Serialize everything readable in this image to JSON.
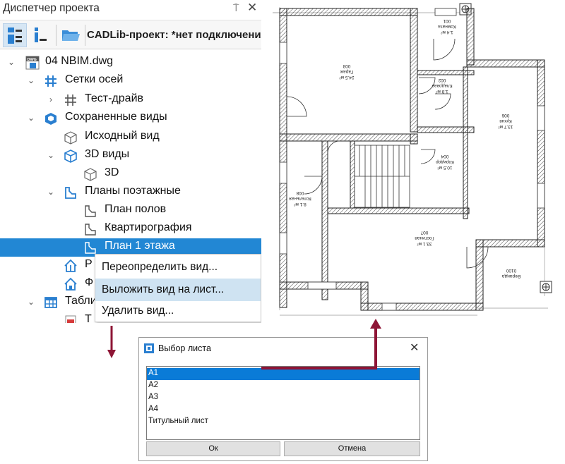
{
  "panel": {
    "title": "Диспетчер проекта",
    "pin_glyph": "⍑",
    "close_glyph": "✕",
    "toolbar": {
      "project_label": "CADLib-проект: *нет подключения*"
    }
  },
  "tree": [
    {
      "label": "04 NBIM.dwg",
      "icon": "dwg-file-icon",
      "expanded": true
    },
    {
      "label": "Сетки осей",
      "icon": "grid-icon",
      "expanded": true
    },
    {
      "label": "Тест-драйв",
      "icon": "grid-icon",
      "expanded": false
    },
    {
      "label": "Сохраненные виды",
      "icon": "cube-views-icon",
      "expanded": true
    },
    {
      "label": "Исходный вид",
      "icon": "cube-outline-icon"
    },
    {
      "label": "3D виды",
      "icon": "cube-blue-icon",
      "expanded": true
    },
    {
      "label": "3D",
      "icon": "cube-outline-icon"
    },
    {
      "label": "Планы поэтажные",
      "icon": "floor-plan-blue-icon",
      "expanded": true
    },
    {
      "label": "План полов",
      "icon": "floor-plan-outline-icon"
    },
    {
      "label": "Квартирография",
      "icon": "floor-plan-outline-icon"
    },
    {
      "label": "План 1 этажа",
      "icon": "floor-plan-outline-icon",
      "selected": true
    },
    {
      "label": "Р",
      "icon": "house-section-icon"
    },
    {
      "label": "Ф",
      "icon": "house-facade-icon"
    },
    {
      "label": "Табли",
      "icon": "table-icon",
      "expanded": true
    },
    {
      "label": "Т",
      "icon": "table-pdf-icon"
    }
  ],
  "context_menu": [
    {
      "label": "Переопределить вид..."
    },
    {
      "label": "Выложить вид на лист...",
      "hover": true
    },
    {
      "label": "Удалить вид..."
    }
  ],
  "dialog": {
    "title": "Выбор листа",
    "close_glyph": "✕",
    "items": [
      {
        "label": "А1",
        "selected": true
      },
      {
        "label": "А2"
      },
      {
        "label": "А3"
      },
      {
        "label": "А4"
      },
      {
        "label": "Титульный лист"
      }
    ],
    "ok_label": "Ок",
    "cancel_label": "Отмена"
  },
  "floor_plan": {
    "rooms": [
      {
        "name": "Гараж",
        "area": "24.5 м²",
        "number": "003"
      },
      {
        "name": "Кладовая",
        "area": "1.8 м²",
        "number": "002"
      },
      {
        "name": "Комната",
        "area": "1.4 м²",
        "number": "001"
      },
      {
        "name": "Кухня",
        "area": "13.7 м²",
        "number": "006"
      },
      {
        "name": "Коридор",
        "area": "10.5 м²",
        "number": "004"
      },
      {
        "name": "Котельная",
        "area": "8.1 м²",
        "number": "008"
      },
      {
        "name": "Гостиная",
        "area": "33.1 м²",
        "number": "007"
      },
      {
        "name": "Веранда",
        "area": "",
        "number": "0100"
      }
    ]
  },
  "colors": {
    "selection": "#2287d4",
    "menu_hover": "#cfe3f2",
    "dialog_selection": "#0a7bd7",
    "arrow": "#8e1536"
  }
}
